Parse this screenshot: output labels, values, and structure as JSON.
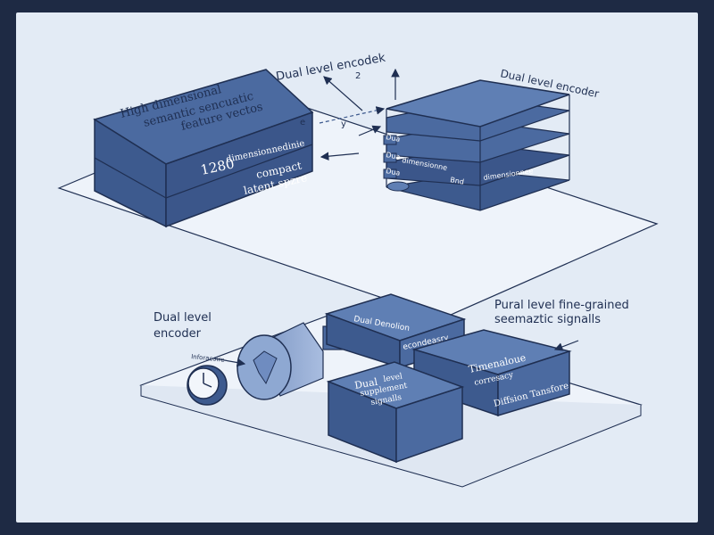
{
  "top": {
    "big_block_lines": [
      "High dimensional",
      "semantic sencuatic",
      "feature vectos"
    ],
    "big_block_sub": [
      "1280",
      "dimensionnedinie"
    ],
    "big_block_side": [
      "compact",
      "latent spzre"
    ],
    "encoder_title": "Dual level encodek",
    "arrow_label_2": "2",
    "arrow_label_y": "y",
    "arrow_label_e": "e",
    "stack_title": "Dual level encoder",
    "stack_tab_labels": [
      "Dua",
      "Dua",
      "Dua"
    ],
    "stack_inner_labels": [
      "dimensionne",
      "Bnd",
      "dimensionnee"
    ]
  },
  "bottom": {
    "left_label_lines": [
      "Dual level",
      "encoder"
    ],
    "tiny_label": "Inforacoire",
    "right_label_lines": [
      "Pural level fine-grained",
      "seemaztic signalls"
    ],
    "box_a_label": "Dual Denolion",
    "box_a_side": "econdeasry",
    "box_b_lines": [
      "Dual",
      "level",
      "supplement",
      "signalls"
    ],
    "box_c_lines": [
      "Timenaloue",
      "corresacy"
    ],
    "box_c_sub": "Diffsion Tansfore"
  },
  "colors": {
    "block_dark": "#3d5a8e",
    "block_mid": "#4b6aa0",
    "block_light": "#5f7fb4",
    "outline": "#1f2f52",
    "platform": "#eef3fa"
  }
}
